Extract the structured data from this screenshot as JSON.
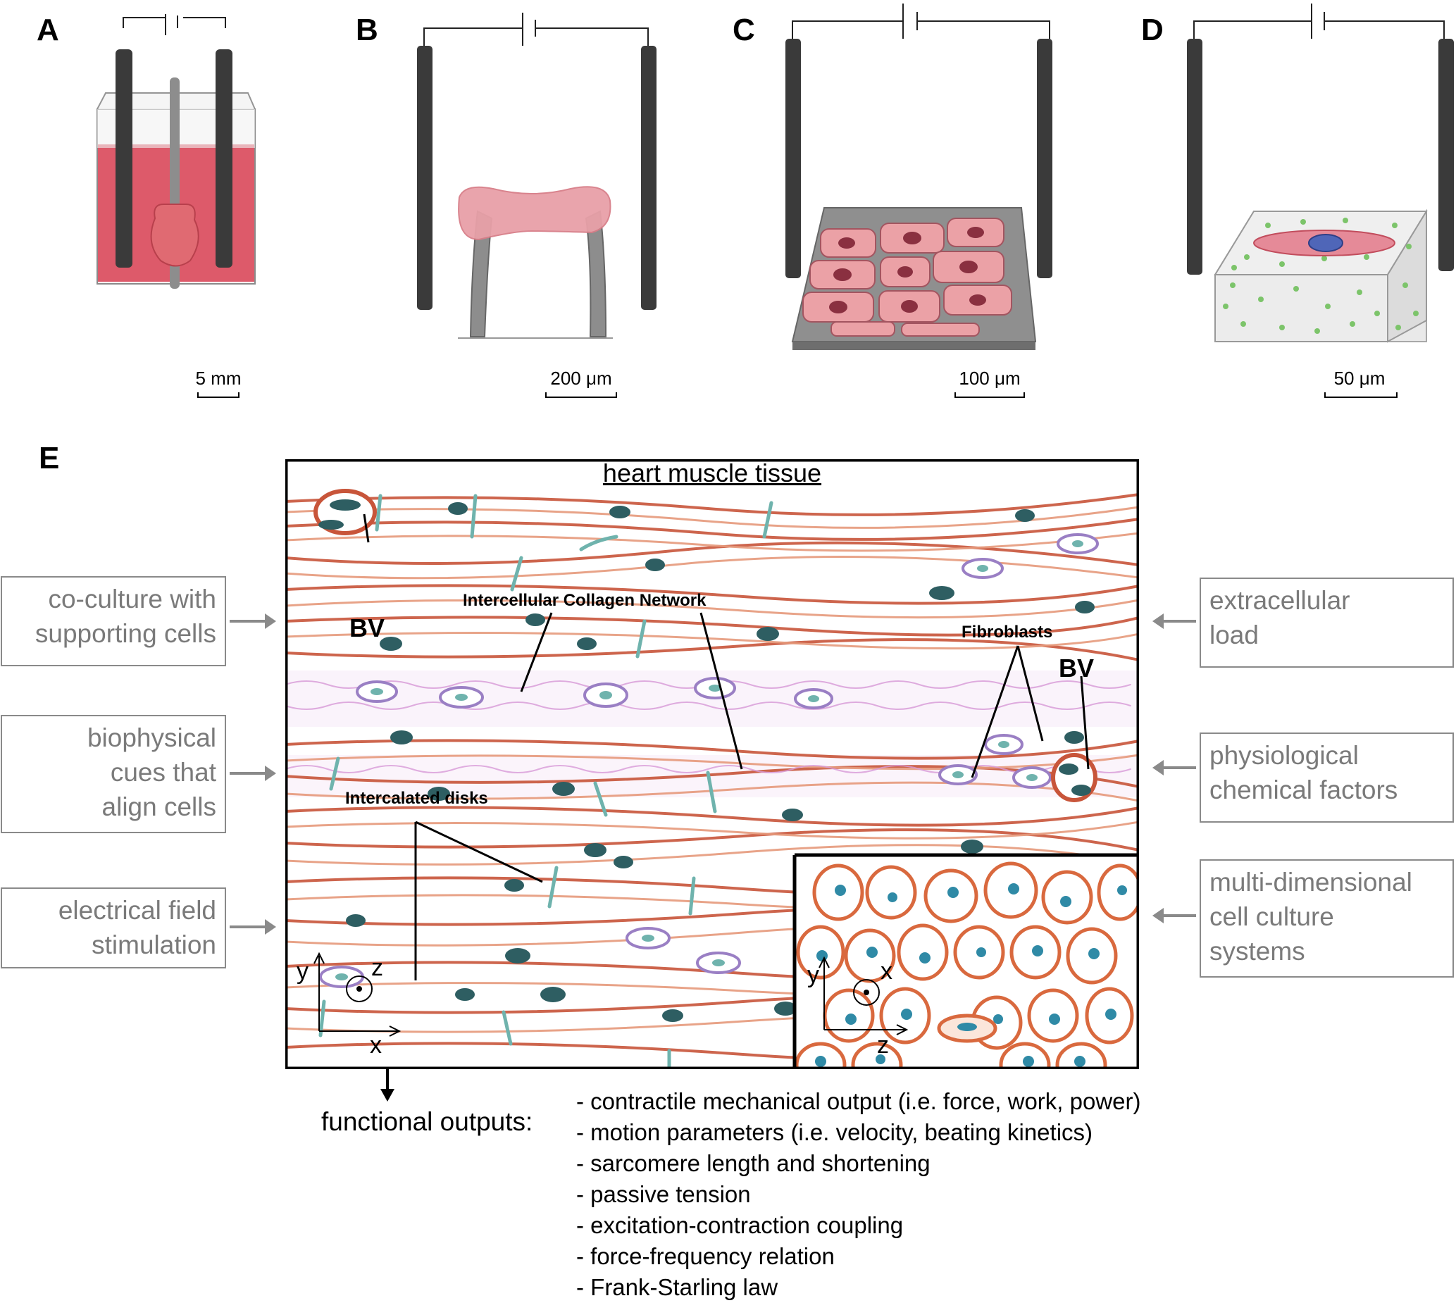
{
  "panels": {
    "a": {
      "letter": "A",
      "scale": "5 mm"
    },
    "b": {
      "letter": "B",
      "scale": "200 μm"
    },
    "c": {
      "letter": "C",
      "scale": "100 μm"
    },
    "d": {
      "letter": "D",
      "scale": "50 μm"
    },
    "e": {
      "letter": "E"
    }
  },
  "tissue": {
    "title": "heart muscle tissue",
    "labels": {
      "collagen": "Intercellular Collagen Network",
      "fibroblasts": "Fibroblasts",
      "disks": "Intercalated disks",
      "bv_left": "BV",
      "bv_right": "BV"
    },
    "axes_main": {
      "y": "y",
      "x": "x",
      "z": "z"
    },
    "axes_inset": {
      "y": "y",
      "x": "x",
      "z": "z"
    }
  },
  "left_cues": [
    [
      "co-culture with",
      "supporting cells"
    ],
    [
      "biophysical",
      "cues that",
      "align cells"
    ],
    [
      "electrical field",
      "stimulation"
    ]
  ],
  "right_cues": [
    [
      "extracellular",
      "load"
    ],
    [
      "physiological",
      "chemical factors"
    ],
    [
      "multi-dimensional",
      "cell culture",
      "systems"
    ]
  ],
  "outputs": {
    "title": "functional outputs:",
    "items": [
      "- contractile mechanical output (i.e. force, work, power)",
      "- motion parameters (i.e. velocity, beating kinetics)",
      "- sarcomere length and shortening",
      "- passive tension",
      "- excitation-contraction coupling",
      "- force-frequency relation",
      "- Frank-Starling law"
    ]
  },
  "colors": {
    "muscle": "#c8553a",
    "muscle_light": "#e69a7c",
    "nucleus": "#2e5e62",
    "fibroblast": "#9a7fc4",
    "disk": "#6fb3ad",
    "medium": "#d9485a",
    "tissue_pink": "#e8a0a8",
    "pillar": "#8d8d8d",
    "electrode": "#3a3a3a",
    "gel_dot": "#7cc46a",
    "cue_gray": "#8a8a8a"
  }
}
